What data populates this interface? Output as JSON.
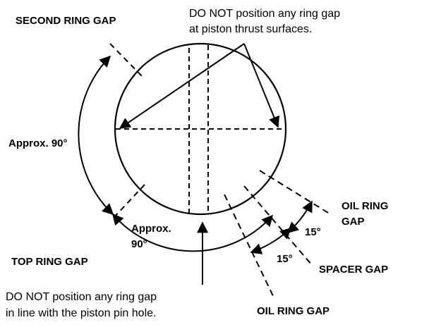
{
  "labels": {
    "second_ring_gap": "SECOND RING GAP",
    "top_ring_gap": "TOP RING GAP",
    "oil_ring_gap_upper_line1": "OIL RING",
    "oil_ring_gap_upper_line2": "GAP",
    "oil_ring_gap_lower": "OIL RING GAP",
    "spacer_gap": "SPACER GAP",
    "approx_90_left": "Approx. 90°",
    "approx_90_bottom_line1": "Approx.",
    "approx_90_bottom_line2": "90°",
    "angle_15_upper": "15°",
    "angle_15_lower": "15°"
  },
  "notes": {
    "thrust_line1": "DO NOT position any ring gap",
    "thrust_line2": "at piston thrust surfaces.",
    "pin_line1": "DO NOT position any ring gap",
    "pin_line2": "in line with the piston pin hole."
  },
  "colors": {
    "ink": "#000000",
    "background": "#ffffff"
  }
}
